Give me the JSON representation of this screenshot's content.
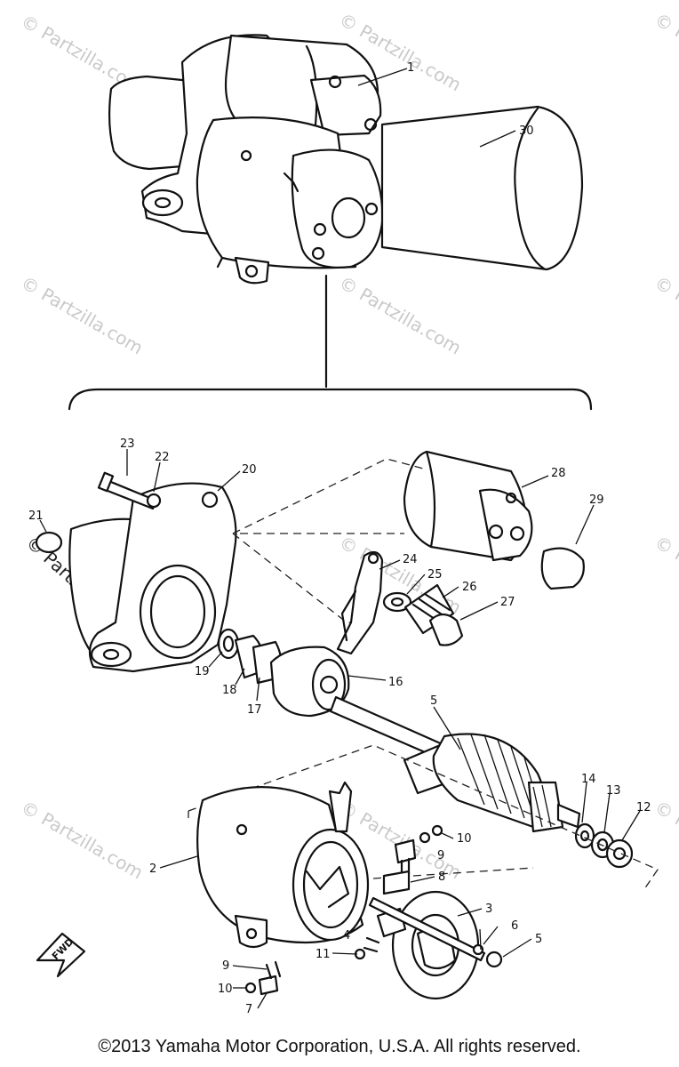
{
  "watermark": "© Partzilla.com",
  "copyright": "©2013 Yamaha Motor Corporation, U.S.A. All rights reserved.",
  "direction_arrow": "FWD",
  "callouts": {
    "c1": "1",
    "c30": "30",
    "c23": "23",
    "c22": "22",
    "c20": "20",
    "c21": "21",
    "c28": "28",
    "c29": "29",
    "c24": "24",
    "c25": "25",
    "c26": "26",
    "c27": "27",
    "c19": "19",
    "c18": "18",
    "c17": "17",
    "c16": "16",
    "c5a": "5",
    "c14": "14",
    "c13": "13",
    "c12": "12",
    "c2": "2",
    "c9a": "9",
    "c10a": "10",
    "c8": "8",
    "c3": "3",
    "c4": "4",
    "c11": "11",
    "c6": "6",
    "c5b": "5",
    "c9b": "9",
    "c10b": "10",
    "c7": "7"
  }
}
